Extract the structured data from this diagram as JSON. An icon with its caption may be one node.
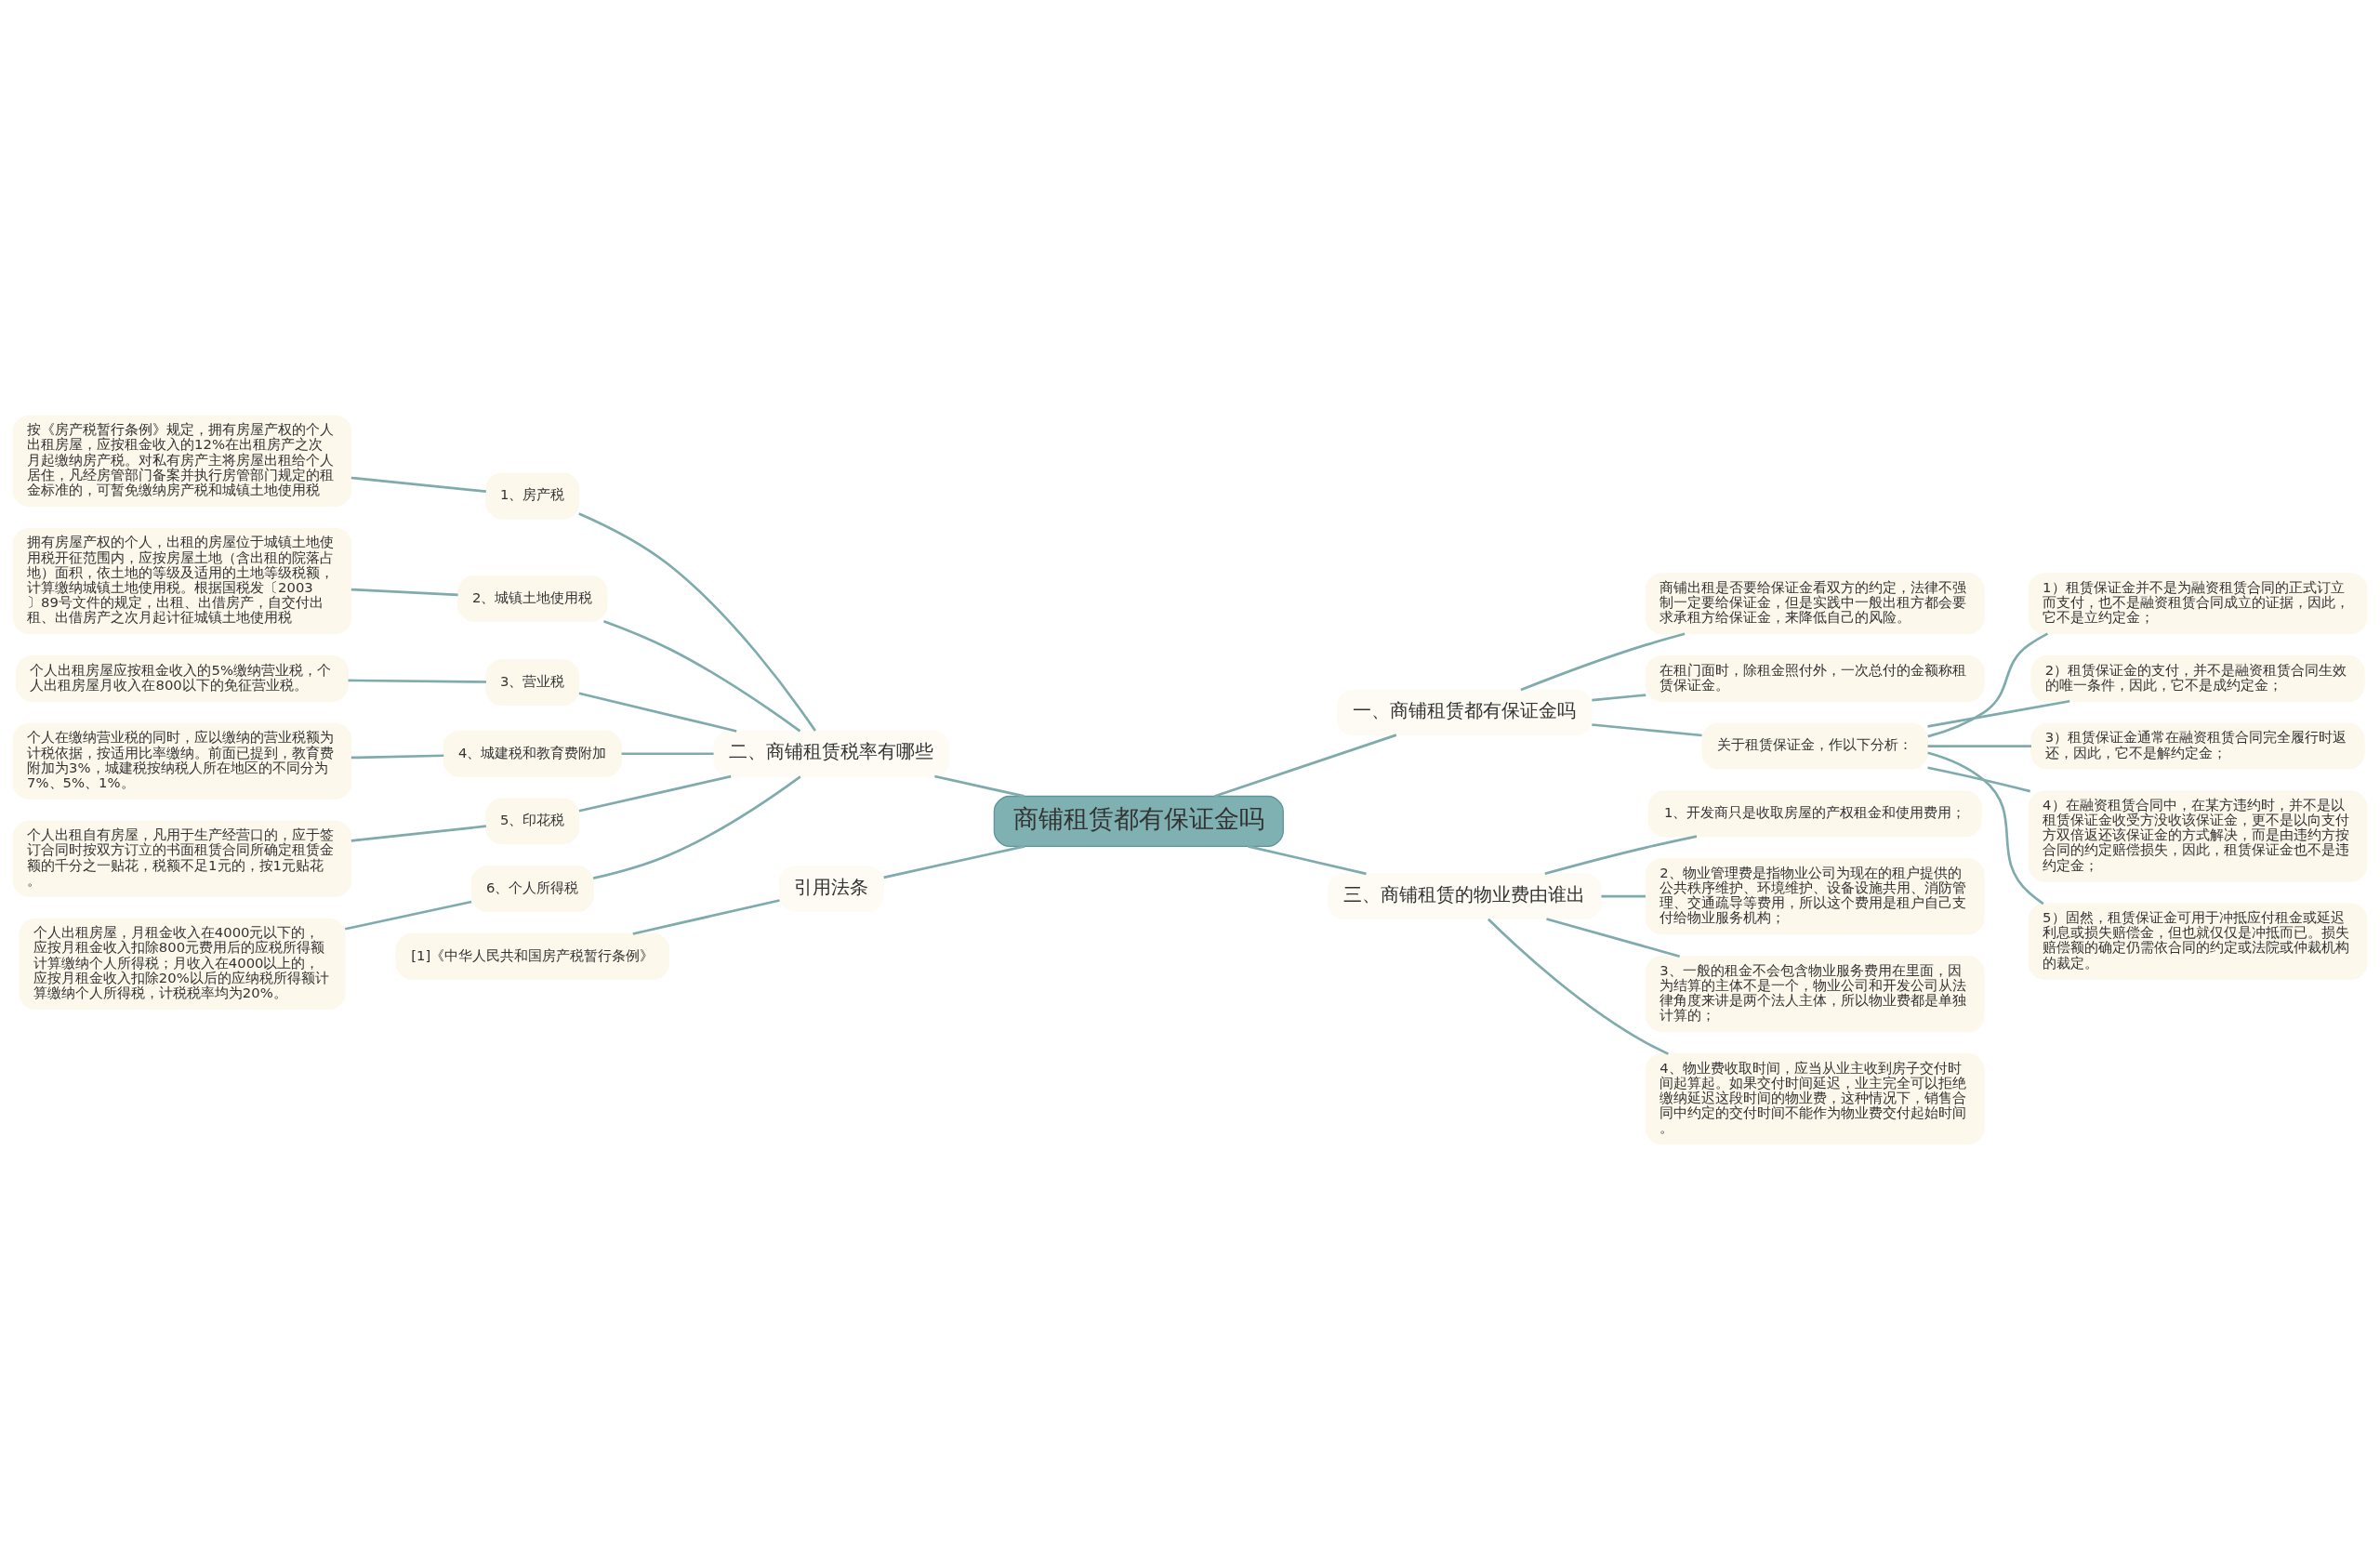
{
  "diagram": {
    "nodes": [
      {
        "text": [
          "商铺租赁都有保证金吗"
        ]
      },
      {
        "text": [
          "一、商铺租赁都有保证金吗"
        ]
      },
      {
        "text": [
          "商铺出租是否要给保证金看双方的约定，法律不强制一定要给保证金，但是实践中一般出租方都会要求承租方给保证金，来降低自己的风险。"
        ]
      },
      {
        "text": [
          "在租门面时，除租金照付外，一次总付的金额称租赁保证金。"
        ]
      },
      {
        "text": [
          "关于租赁保证金，作以下分析："
        ]
      },
      {
        "text": [
          "1）租赁保证金并不是为融资租赁合同的正式订立而支付，也不是融资租赁合同成立的证据，因此，它不是立约定金；"
        ]
      },
      {
        "text": [
          "2）租赁保证金的支付，并不是融资租赁合同生效的唯一条件，因此，它不是成约定金；"
        ]
      },
      {
        "text": [
          "3）租赁保证金通常在融资租赁合同完全履行时返还，因此，它不是解约定金；"
        ]
      },
      {
        "text": [
          "4）在融资租赁合同中，在某方违约时，并不是以租赁保证金收受方没收该保证金，更不是以向支付方双倍返还该保证金的方式解决，而是由违约方按合同的约定赔偿损失，因此，租赁保证金也不是违约定金；"
        ]
      },
      {
        "text": [
          "5）固然，租赁保证金可用于冲抵应付租金或延迟利息或损失赔偿金，但也就仅仅是冲抵而已。损失赔偿额的确定仍需依合同的约定或法院或仲裁机构的裁定。"
        ]
      },
      {
        "text": [
          "三、商铺租赁的物业费由谁出"
        ]
      },
      {
        "text": [
          "1、开发商只是收取房屋的产权租金和使用费用；"
        ]
      },
      {
        "text": [
          "2、物业管理费是指物业公司为现在的租户提供的公共秩序维护、环境维护、设备设施共用、消防管理、交通疏导等费用，所以这个费用是租户自己支付给物业服务机构；"
        ]
      },
      {
        "text": [
          "3、一般的租金不会包含物业服务费用在里面，因为结算的主体不是一个，物业公司和开发公司从法律角度来讲是两个法人主体，所以物业费都是单独计算的；"
        ]
      },
      {
        "text": [
          "4、物业费收取时间，应当从业主收到房子交付时间起算起。如果交付时间延迟，业主完全可以拒绝缴纳延迟这段时间的物业费，这种情况下，销售合同中约定的交付时间不能作为物业费交付起始时间。"
        ]
      },
      {
        "text": [
          "二、商铺租赁税率有哪些"
        ]
      },
      {
        "text": [
          "1、房产税"
        ]
      },
      {
        "text": [
          "按《房产税暂行条例》规定，拥有房屋产权的个人出租房屋，应按租金收入的12%在出租房产之次月起缴纳房产税。对私有房产主将房屋出租给个人居住，凡经房管部门备案并执行房管部门规定的租金标准的，可暂免缴纳房产税和城镇土地使用税"
        ]
      },
      {
        "text": [
          "2、城镇土地使用税"
        ]
      },
      {
        "text": [
          "拥有房屋产权的个人，出租的房屋位于城镇土地使用税开征范围内，应按房屋土地（含出租的院落占地）面积，依土地的等级及适用的土地等级税额，计算缴纳城镇土地使用税。根据国税发〔2003〕89号文件的规定，出租、出借房产，自交付出租、出借房产之次月起计征城镇土地使用税"
        ]
      },
      {
        "text": [
          "3、营业税"
        ]
      },
      {
        "text": [
          "个人出租房屋应按租金收入的5%缴纳营业税，个人出租房屋月收入在800以下的免征营业税。"
        ]
      },
      {
        "text": [
          "4、城建税和教育费附加"
        ]
      },
      {
        "text": [
          "个人在缴纳营业税的同时，应以缴纳的营业税额为计税依据，按适用比率缴纳。前面已提到，教育费附加为3%，城建税按纳税人所在地区的不同分为7%、5%、1%。"
        ]
      },
      {
        "text": [
          "5、印花税"
        ]
      },
      {
        "text": [
          "个人出租自有房屋，凡用于生产经营口的，应于签订合同时按双方订立的书面租赁合同所确定租赁金额的千分之一贴花，税额不足1元的，按1元贴花。"
        ]
      },
      {
        "text": [
          "6、个人所得税"
        ]
      },
      {
        "text": [
          "个人出租房屋，月租金收入在4000元以下的，应按月租金收入扣除800元费用后的应税所得额计算缴纳个人所得税；月收入在4000以上的，应按月租金收入扣除20%以后的应纳税所得额计算缴纳个人所得税，计税税率均为20%。"
        ]
      },
      {
        "text": [
          "引用法条"
        ]
      },
      {
        "text": [
          "[1]《中华人民共和国房产税暂行条例》"
        ]
      }
    ],
    "edges": [
      {
        "from": 0,
        "to": 1,
        "arrow": "none"
      },
      {
        "from": 1,
        "to": 2,
        "arrow": "none"
      },
      {
        "from": 1,
        "to": 3,
        "arrow": "none"
      },
      {
        "from": 1,
        "to": 4,
        "arrow": "none"
      },
      {
        "from": 4,
        "to": 5,
        "arrow": "none"
      },
      {
        "from": 4,
        "to": 6,
        "arrow": "none"
      },
      {
        "from": 4,
        "to": 7,
        "arrow": "none"
      },
      {
        "from": 4,
        "to": 8,
        "arrow": "none"
      },
      {
        "from": 4,
        "to": 9,
        "arrow": "none"
      },
      {
        "from": 0,
        "to": 10,
        "arrow": "none"
      },
      {
        "from": 10,
        "to": 11,
        "arrow": "none"
      },
      {
        "from": 10,
        "to": 12,
        "arrow": "none"
      },
      {
        "from": 10,
        "to": 13,
        "arrow": "none"
      },
      {
        "from": 10,
        "to": 14,
        "arrow": "none"
      },
      {
        "from": 0,
        "to": 15,
        "arrow": "none"
      },
      {
        "from": 15,
        "to": 16,
        "arrow": "none"
      },
      {
        "from": 16,
        "to": 17,
        "arrow": "none"
      },
      {
        "from": 15,
        "to": 18,
        "arrow": "none"
      },
      {
        "from": 18,
        "to": 19,
        "arrow": "none"
      },
      {
        "from": 15,
        "to": 20,
        "arrow": "none"
      },
      {
        "from": 20,
        "to": 21,
        "arrow": "none"
      },
      {
        "from": 15,
        "to": 22,
        "arrow": "none"
      },
      {
        "from": 22,
        "to": 23,
        "arrow": "none"
      },
      {
        "from": 15,
        "to": 24,
        "arrow": "none"
      },
      {
        "from": 24,
        "to": 25,
        "arrow": "none"
      },
      {
        "from": 15,
        "to": 26,
        "arrow": "none"
      },
      {
        "from": 26,
        "to": 27,
        "arrow": "none"
      },
      {
        "from": 0,
        "to": 28,
        "arrow": "none"
      },
      {
        "from": 28,
        "to": 29,
        "arrow": "none"
      }
    ]
  }
}
